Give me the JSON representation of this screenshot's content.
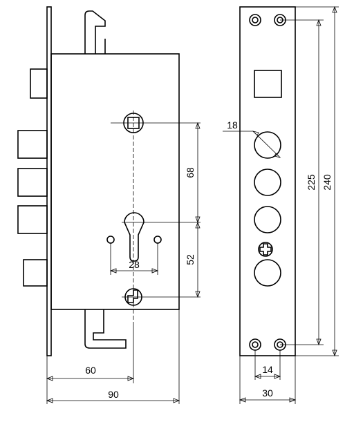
{
  "dimensions": {
    "backset_60": "60",
    "depth_90": "90",
    "spindle_to_cylinder": "68",
    "cylinder_to_lower": "52",
    "cylinder_fixing_holes": "28",
    "roller_diameter": "18",
    "faceplate_inner": "225",
    "faceplate_total": "240",
    "fixing_spacing": "14",
    "faceplate_width": "30"
  }
}
